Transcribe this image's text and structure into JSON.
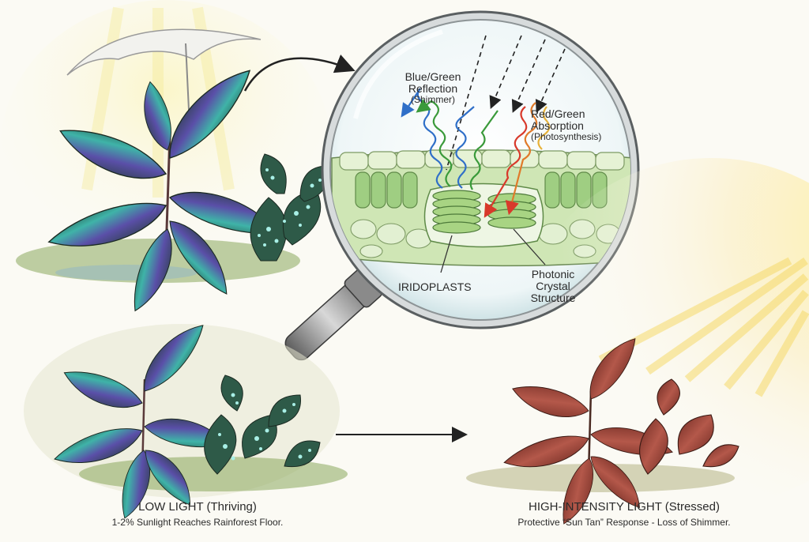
{
  "magnifier": {
    "reflection": {
      "line1": "Blue/Green",
      "line2": "Reflection",
      "line3": "(Shimmer)"
    },
    "absorption": {
      "line1": "Red/Green",
      "line2": "Absorption",
      "line3": "(Photosynthesis)"
    },
    "iridoplasts": "IRIDOPLASTS",
    "photonic": {
      "line1": "Photonic",
      "line2": "Crystal",
      "line3": "Structure"
    }
  },
  "low_light": {
    "title": "LOW LIGHT (Thriving)",
    "subtitle": "1-2% Sunlight Reaches Rainforest Floor."
  },
  "high_light": {
    "title": "HIGH-INTENSITY LIGHT (Stressed)",
    "subtitle": "Protective “Sun Tan” Response - Loss of Shimmer."
  },
  "colors": {
    "leaf_dark": "#26432e",
    "leaf_iridescent": "#5a4fa8",
    "leaf_teal": "#3fb3a8",
    "stressed_red": "#9b3d2e",
    "cell_green": "#9fce82",
    "sun_yellow": "#f6e27a"
  }
}
